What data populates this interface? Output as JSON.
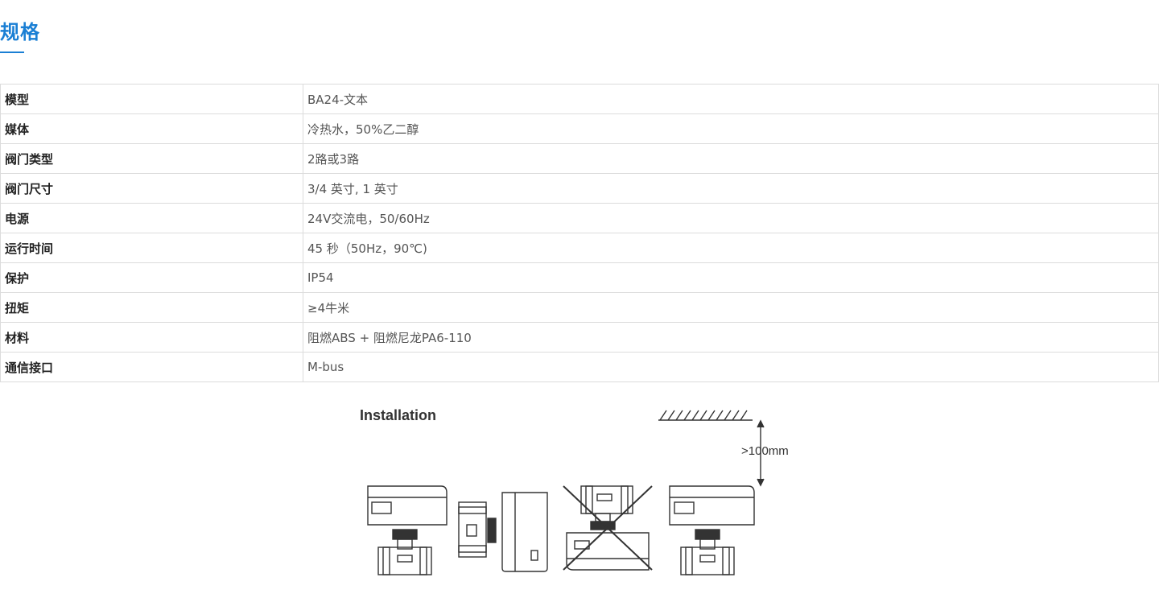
{
  "section": {
    "title": "规格"
  },
  "specs": {
    "rows": [
      {
        "label": "模型",
        "value": "BA24-文本"
      },
      {
        "label": "媒体",
        "value": "冷热水，50%乙二醇"
      },
      {
        "label": "阀门类型",
        "value": "2路或3路"
      },
      {
        "label": "阀门尺寸",
        "value": "3/4 英寸, 1 英寸"
      },
      {
        "label": "电源",
        "value": "24V交流电，50/60Hz"
      },
      {
        "label": "运行时间",
        "value": "45 秒（50Hz，90℃)"
      },
      {
        "label": "保护",
        "value": "IP54"
      },
      {
        "label": "扭矩",
        "value": "≥4牛米"
      },
      {
        "label": "材料",
        "value": "阻燃ABS + 阻燃尼龙PA6-110"
      },
      {
        "label": "通信接口",
        "value": "M-bus"
      }
    ]
  },
  "figure": {
    "title": "Installation",
    "clearance_label": ">100mm"
  }
}
